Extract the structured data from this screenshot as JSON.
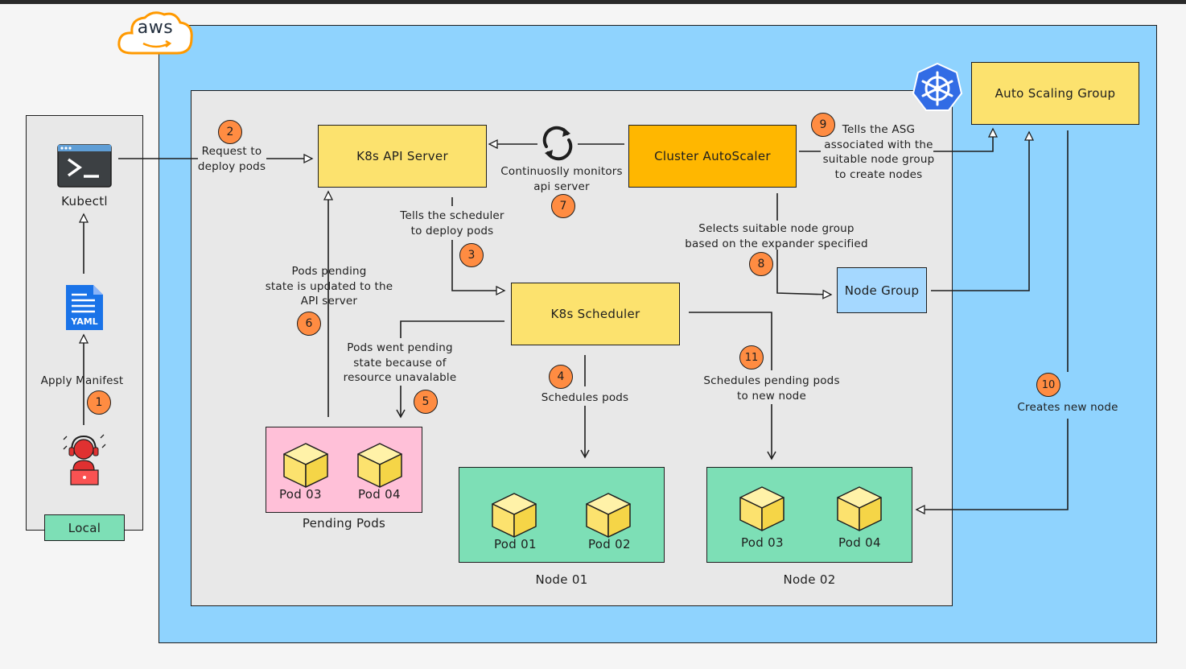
{
  "aws_logo": {
    "text": "aws",
    "icon": "aws-cloud-logo"
  },
  "local": {
    "label": "Local"
  },
  "kubectl": {
    "label": "Kubectl",
    "icon": "terminal-icon"
  },
  "yaml": {
    "label": "YAML",
    "icon": "yaml-file-icon"
  },
  "user_icon": "developer-at-laptop-icon",
  "k8s_icon": "kubernetes-helm-icon",
  "sync_icon": "refresh-cycle-icon",
  "boxes": {
    "api_server": "K8s API Server",
    "autoscaler": "Cluster AutoScaler",
    "asg": "Auto Scaling Group",
    "scheduler": "K8s Scheduler",
    "node_group": "Node Group"
  },
  "pending": {
    "caption": "Pending Pods",
    "pods": [
      "Pod 03",
      "Pod 04"
    ]
  },
  "node1": {
    "caption": "Node 01",
    "pods": [
      "Pod 01",
      "Pod 02"
    ]
  },
  "node2": {
    "caption": "Node 02",
    "pods": [
      "Pod 03",
      "Pod 04"
    ]
  },
  "steps": [
    {
      "num": "1",
      "text": "Apply Manifest"
    },
    {
      "num": "2",
      "text": "Request to\ndeploy pods"
    },
    {
      "num": "3",
      "text": "Tells the scheduler\nto deploy pods"
    },
    {
      "num": "4",
      "text": "Schedules pods"
    },
    {
      "num": "5",
      "text": "Pods went pending\nstate because of\nresource unavalable"
    },
    {
      "num": "6",
      "text": "Pods pending\nstate is updated to the\nAPI server"
    },
    {
      "num": "7",
      "text": "Continuoslly monitors\napi server"
    },
    {
      "num": "8",
      "text": "Selects suitable node group\nbased on the expander specified"
    },
    {
      "num": "9",
      "text": "Tells the ASG\nassociated with the\nsuitable node group\nto create nodes"
    },
    {
      "num": "10",
      "text": "Creates new node"
    },
    {
      "num": "11",
      "text": "Schedules pending pods\nto new node"
    }
  ],
  "colors": {
    "aws_bg": "#8fd3fe",
    "cluster_bg": "#e8e8e8",
    "yellow": "#fce26e",
    "orange": "#ffb700",
    "blue": "#a5d8ff",
    "pink": "#ffc0d8",
    "green": "#7ddfb6",
    "badge": "#ff8c42",
    "k8s_blue": "#326ce5",
    "aws_orange": "#ff9900"
  }
}
